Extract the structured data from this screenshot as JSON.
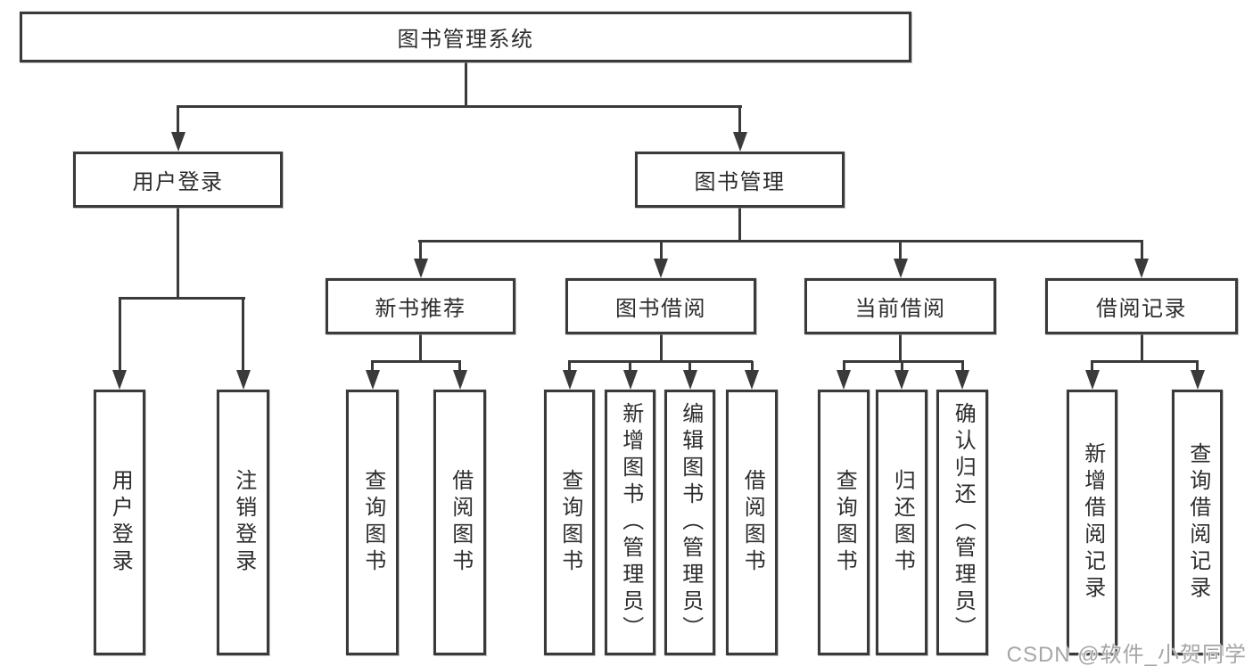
{
  "diagram_title": "图书管理系统",
  "nodes": {
    "root": "图书管理系统",
    "level2": [
      "用户登录",
      "图书管理"
    ],
    "level3": [
      "新书推荐",
      "图书借阅",
      "当前借阅",
      "借阅记录"
    ],
    "leaves": [
      "用户登录",
      "注销登录",
      "查询图书",
      "借阅图书",
      "查询图书",
      "新增图书（管理员）",
      "编辑图书（管理员）",
      "借阅图书",
      "查询图书",
      "归还图书",
      "确认归还（管理员）",
      "新增借阅记录",
      "查询借阅记录"
    ]
  },
  "hierarchy": {
    "图书管理系统": {
      "用户登录": [
        "用户登录",
        "注销登录"
      ],
      "图书管理": {
        "新书推荐": [
          "查询图书",
          "借阅图书"
        ],
        "图书借阅": [
          "查询图书",
          "新增图书（管理员）",
          "编辑图书（管理员）",
          "借阅图书"
        ],
        "当前借阅": [
          "查询图书",
          "归还图书",
          "确认归还（管理员）"
        ],
        "借阅记录": [
          "新增借阅记录",
          "查询借阅记录"
        ]
      }
    }
  },
  "watermark": "CSDN @软件_小贺同学",
  "colors": {
    "line": "#3a3a3a",
    "text": "#2d2d2d",
    "background": "#ffffff",
    "watermark": "#a6a6a6"
  }
}
